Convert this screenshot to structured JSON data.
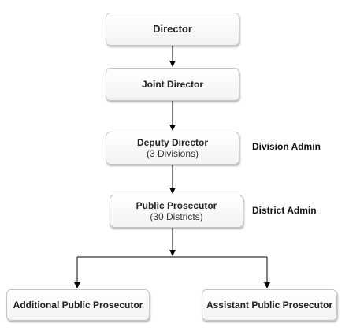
{
  "nodes": {
    "director": {
      "title": "Director"
    },
    "joint_director": {
      "title": "Joint Director"
    },
    "deputy_director": {
      "title": "Deputy Director",
      "sub": "(3 Divisions)"
    },
    "public_prosecutor": {
      "title": "Public Prosecutor",
      "sub": "(30 Districts)"
    },
    "additional_public_prosecutor": {
      "title": "Additional Public Prosecutor"
    },
    "assistant_public_prosecutor": {
      "title": "Assistant Public Prosecutor"
    }
  },
  "side_labels": {
    "division_admin": "Division Admin",
    "district_admin": "District Admin"
  },
  "colors": {
    "connector": "#000000",
    "node_border": "#c4c4c4"
  }
}
